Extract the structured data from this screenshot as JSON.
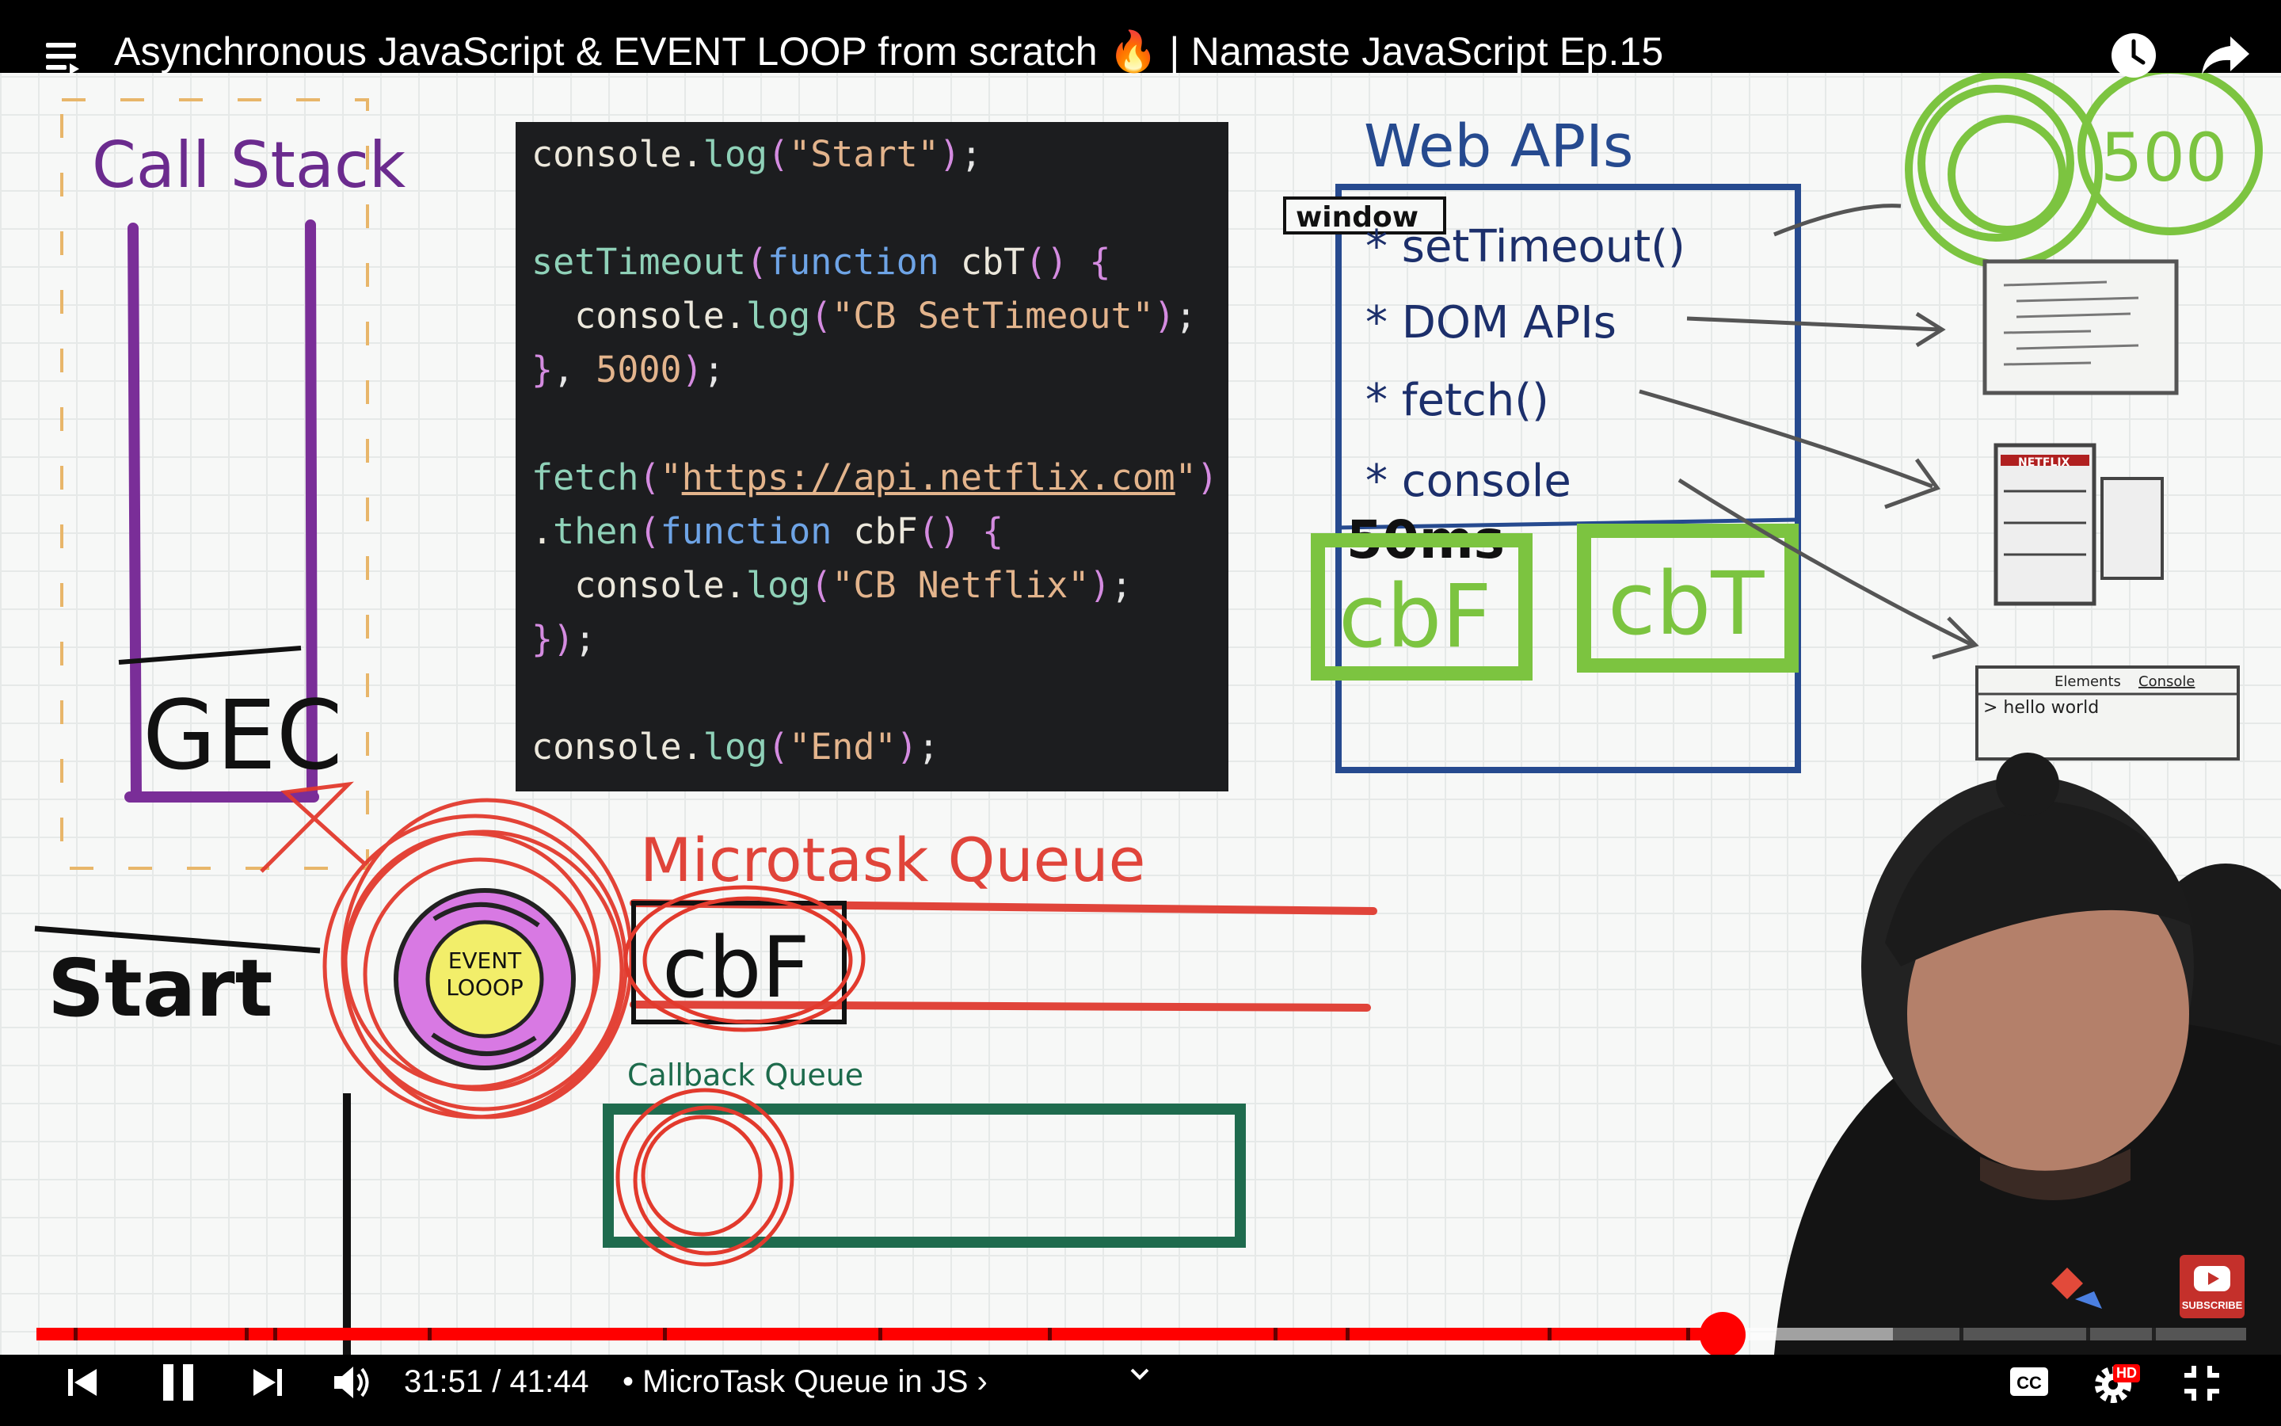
{
  "top_bar": {
    "video_title": "Asynchronous JavaScript & EVENT LOOP from scratch 🔥 | Namaste JavaScript Ep.15"
  },
  "whiteboard": {
    "call_stack_label": "Call Stack",
    "gec_label": "GEC",
    "start_label": "Start",
    "event_loop_label_1": "EVENT",
    "event_loop_label_2": "LOOOP",
    "microtask_queue_label": "Microtask Queue",
    "microtask_item": "cbF",
    "callback_queue_label": "Callback Queue",
    "web_apis_label": "Web APIs",
    "window_label": "window",
    "web_api_items": [
      "* setTimeout()",
      "* DOM APIs",
      "* fetch()",
      "* console"
    ],
    "timer_note": "50ms",
    "registered_callbacks": [
      "cbF",
      "cbT"
    ],
    "timer_badge": "500",
    "netflix_label": "NETFLIX",
    "devtools_tabs": [
      "Elements",
      "Console"
    ],
    "devtools_output": "> hello world"
  },
  "code_panel": {
    "lines": [
      "console.log(\"Start\");",
      "",
      "setTimeout(function cbT() {",
      "  console.log(\"CB SetTimeout\");",
      "}, 5000);",
      "",
      "fetch(\"https://api.netflix.com\")",
      ".then(function cbF() {",
      "  console.log(\"CB Netflix\");",
      "});",
      "",
      "console.log(\"End\");"
    ]
  },
  "watermark": {
    "subscribe_label": "SUBSCRIBE"
  },
  "player": {
    "time_current": "31:51",
    "time_separator": " / ",
    "time_duration": "41:44",
    "chapter_title": "• MicroTask Queue in JS ›",
    "hd_badge": "HD",
    "progress_fraction": 0.7632,
    "buffered_fraction": 0.84,
    "chapter_marks": [
      0.0169,
      0.0944,
      0.1073,
      0.1769,
      0.2836,
      0.3809,
      0.4578,
      0.5599,
      0.5924,
      0.6838,
      0.7465,
      0.8702,
      0.9276,
      0.9575
    ],
    "accent_color": "#ff0000",
    "icons": [
      "skip-previous-icon",
      "pause-icon",
      "skip-next-icon",
      "volume-icon",
      "chevron-down-icon",
      "closed-captions-icon",
      "settings-icon",
      "exit-fullscreen-icon",
      "menu-icon",
      "watch-later-icon",
      "share-icon"
    ]
  }
}
